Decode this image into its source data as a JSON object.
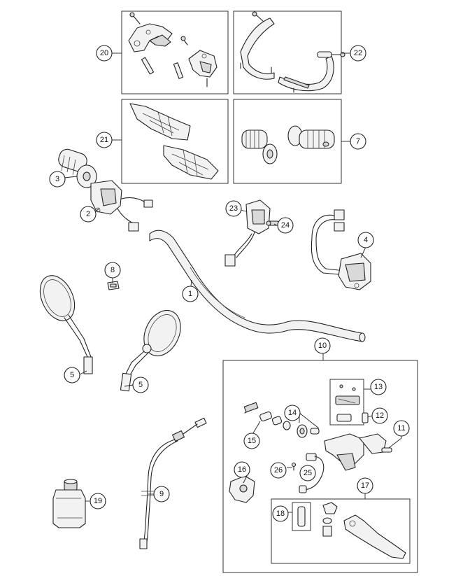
{
  "callouts": [
    {
      "id": "c1",
      "label": "1"
    },
    {
      "id": "c2",
      "label": "2"
    },
    {
      "id": "c3",
      "label": "3"
    },
    {
      "id": "c4",
      "label": "4"
    },
    {
      "id": "c5a",
      "label": "5"
    },
    {
      "id": "c5b",
      "label": "5"
    },
    {
      "id": "c7",
      "label": "7"
    },
    {
      "id": "c8",
      "label": "8"
    },
    {
      "id": "c9",
      "label": "9"
    },
    {
      "id": "c10",
      "label": "10"
    },
    {
      "id": "c11",
      "label": "11"
    },
    {
      "id": "c12",
      "label": "12"
    },
    {
      "id": "c13",
      "label": "13"
    },
    {
      "id": "c14",
      "label": "14"
    },
    {
      "id": "c15",
      "label": "15"
    },
    {
      "id": "c16",
      "label": "16"
    },
    {
      "id": "c17",
      "label": "17"
    },
    {
      "id": "c18",
      "label": "18"
    },
    {
      "id": "c19",
      "label": "19"
    },
    {
      "id": "c20",
      "label": "20"
    },
    {
      "id": "c21",
      "label": "21"
    },
    {
      "id": "c22",
      "label": "22"
    },
    {
      "id": "c23",
      "label": "23"
    },
    {
      "id": "c24",
      "label": "24"
    },
    {
      "id": "c25",
      "label": "25"
    },
    {
      "id": "c26",
      "label": "26"
    }
  ]
}
